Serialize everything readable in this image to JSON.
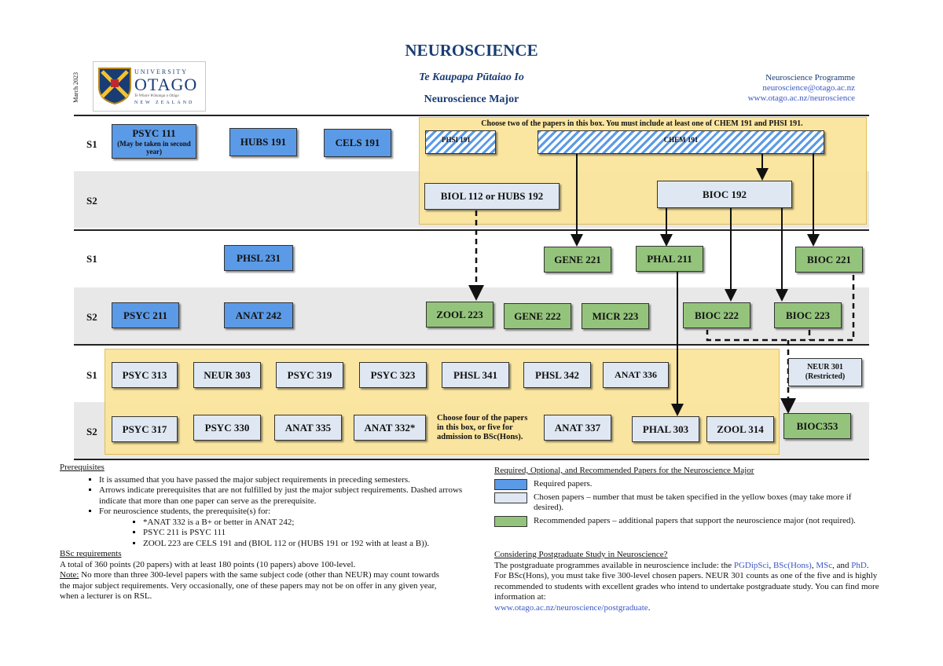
{
  "header": {
    "date": "March 2023",
    "title": "NEUROSCIENCE",
    "subtitle": "Te Kaupapa Pūtaiao Io",
    "major": "Neuroscience Major",
    "programme": "Neuroscience Programme",
    "email": "neuroscience@otago.ac.nz",
    "website": "www.otago.ac.nz/neuroscience"
  },
  "logo": {
    "line1": "UNIVERSITY",
    "line2": "OTAGO",
    "line3": "Te Whare Wānanga o Otāgo",
    "line4": "NEW ZEALAND"
  },
  "rows": [
    "S1",
    "S2",
    "S1",
    "S2",
    "S1",
    "S2"
  ],
  "yellow_box_top_note": "Choose two of the papers in this box. You must include at least one of CHEM 191 and PHSI 191.",
  "yellow_box_bottom_note": "Choose four of the papers in this box, or five for admission to BSc(Hons).",
  "papers": {
    "psyc111": "PSYC 111",
    "psyc111_note": "(May be taken in second year)",
    "hubs191": "HUBS 191",
    "cels191": "CELS 191",
    "phsi191": "PHSI 191",
    "chem191": "CHEM 191",
    "biol112": "BIOL 112 or HUBS 192",
    "bioc192": "BIOC 192",
    "phsl231": "PHSL 231",
    "gene221": "GENE 221",
    "phal211": "PHAL 211",
    "bioc221": "BIOC 221",
    "psyc211": "PSYC 211",
    "anat242": "ANAT 242",
    "zool223": "ZOOL 223",
    "gene222": "GENE 222",
    "micr223": "MICR 223",
    "bioc222": "BIOC 222",
    "bioc223": "BIOC 223",
    "psyc313": "PSYC 313",
    "neur303": "NEUR 303",
    "psyc319": "PSYC 319",
    "psyc323": "PSYC 323",
    "phsl341": "PHSL 341",
    "phsl342": "PHSL 342",
    "anat336": "ANAT 336",
    "neur301": "NEUR 301",
    "neur301_note": "(Restricted)",
    "psyc317": "PSYC 317",
    "psyc330": "PSYC 330",
    "anat335": "ANAT 335",
    "anat332": "ANAT 332*",
    "anat337": "ANAT 337",
    "phal303": "PHAL 303",
    "zool314": "ZOOL 314",
    "bioc353": "BIOC353"
  },
  "prerequisites": {
    "heading": "Prerequisites",
    "items": [
      "It is assumed that you have passed the major subject requirements in preceding semesters.",
      "Arrows indicate prerequisites that are not fulfilled by just the major subject requirements. Dashed arrows indicate that more than one paper can serve as the prerequisite.",
      "For neuroscience students, the prerequisite(s) for:"
    ],
    "sub_items": [
      "*ANAT 332 is a B+ or better in ANAT 242;",
      "PSYC 211 is PSYC 111",
      "ZOOL 223 are CELS 191 and (BIOL 112 or (HUBS 191 or 192 with at least a B))."
    ]
  },
  "bsc": {
    "heading": "BSc requirements",
    "line1": "A total of 360 points (20 papers) with at least 180 points (10 papers) above 100-level.",
    "note_label": "Note:",
    "note": " No more than three 300-level papers with the same subject code (other than NEUR) may count towards the major subject requirements. Very occasionally, one of these papers may not be on offer in any given year, when a lecturer is on RSL."
  },
  "legend": {
    "heading": "Required, Optional, and Recommended Papers for the Neuroscience Major",
    "required": "Required papers.",
    "chosen": "Chosen papers – number that must be taken specified in the yellow boxes (may take more if desired).",
    "recommended": "Recommended papers – additional papers that support the neuroscience major (not required).",
    "colors": {
      "required": "#5b9ae6",
      "chosen": "#dfe8f2",
      "recommended": "#94c47c",
      "yellow": "#fbe49a"
    }
  },
  "postgrad": {
    "heading": "Considering Postgraduate Study in Neuroscience?",
    "t1": "The postgraduate programmes available in neuroscience include: the ",
    "l1": "PGDipSci",
    "t2": ", ",
    "l2": "BSc(Hons)",
    "t3": ", ",
    "l3": "MSc",
    "t4": ", and ",
    "l4": "PhD",
    "t5": ". For BSc(Hons), you must take five 300-level chosen papers. NEUR 301 counts as one of the five and is highly recommended to students with excellent grades who intend to undertake postgraduate study. You can find more information at:",
    "url": "www.otago.ac.nz/neuroscience/postgraduate",
    "end": "."
  }
}
